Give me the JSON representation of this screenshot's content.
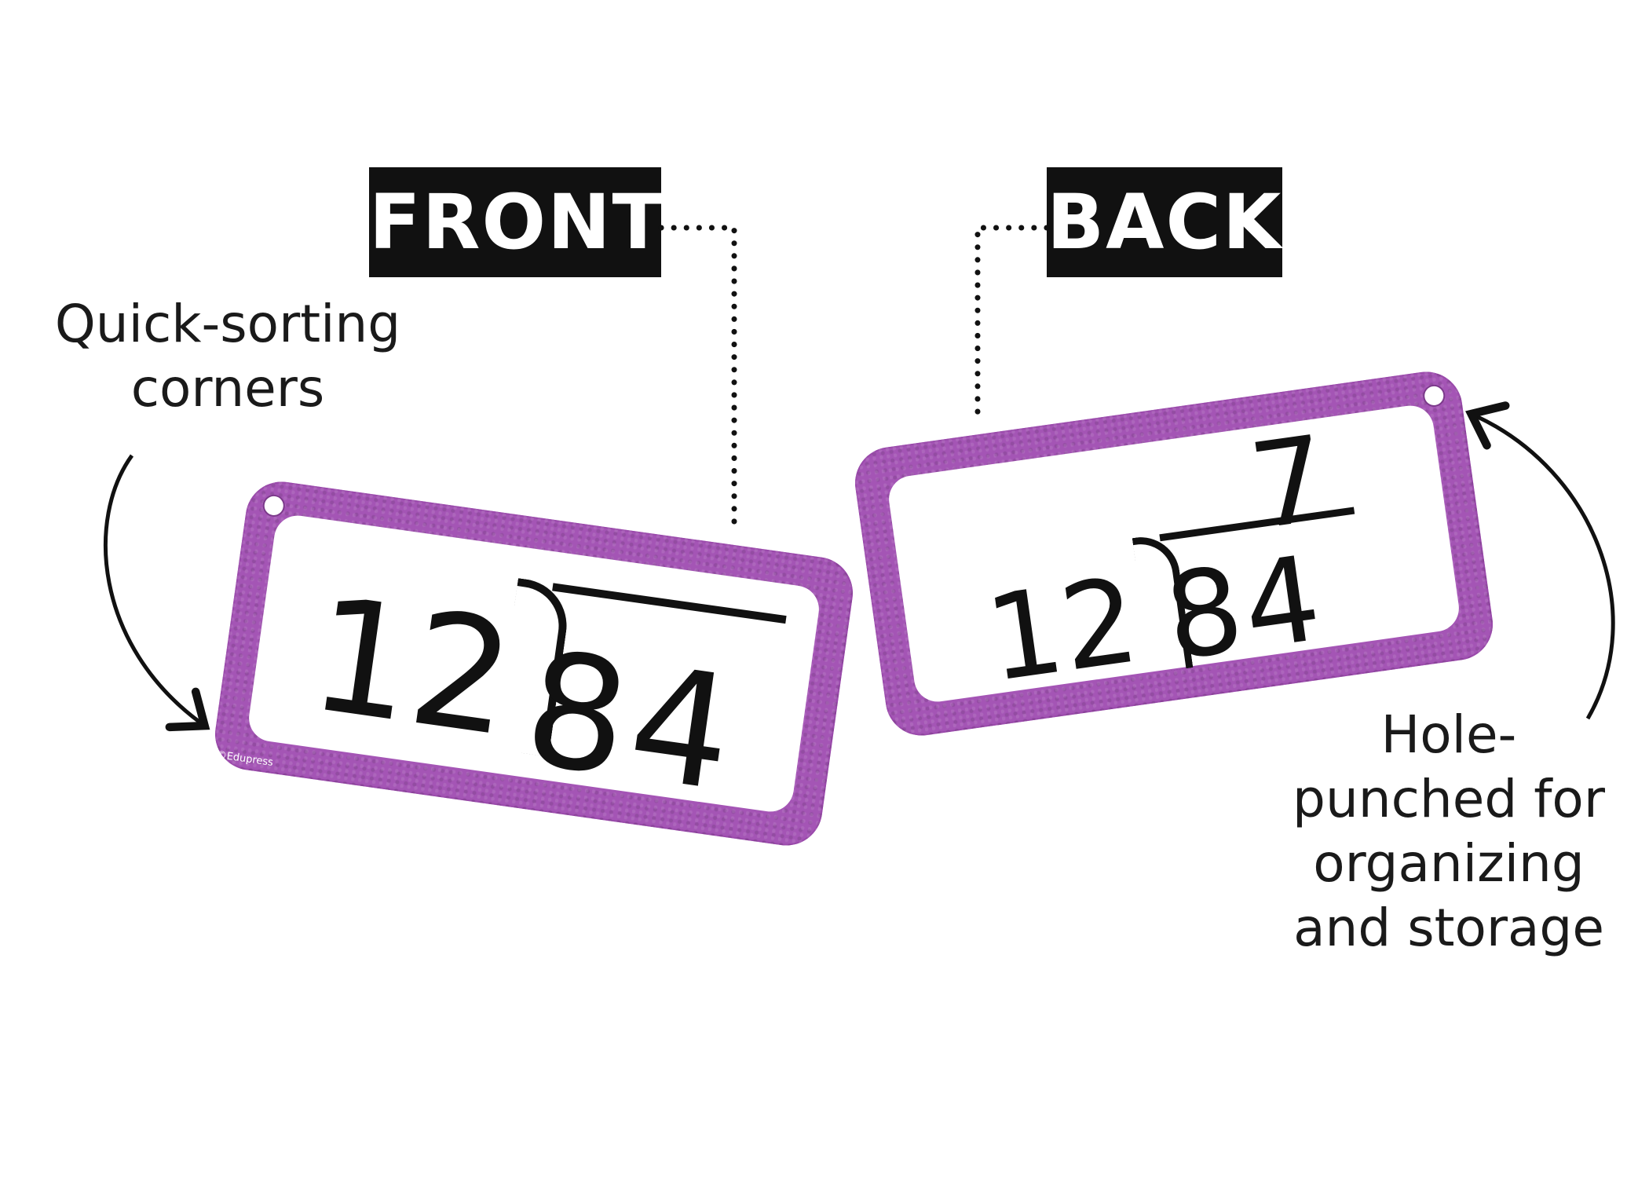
{
  "labels": {
    "front": "FRONT",
    "back": "BACK"
  },
  "captions": {
    "left": [
      "Quick-sorting",
      "corners"
    ],
    "right": [
      "Hole-",
      "punched for",
      "organizing",
      "and storage"
    ]
  },
  "front_card": {
    "divisor": "12",
    "dividend": "84",
    "copyright": "©Edupress"
  },
  "back_card": {
    "divisor": "12",
    "dividend": "84",
    "quotient": "7"
  },
  "colors": {
    "card_purple": "#a455b5",
    "label_black": "#111111",
    "text": "#1a1a1a"
  },
  "icons": {
    "left_arrow": "curved-arrow-icon",
    "right_arrow": "curved-arrow-icon",
    "hole": "hole-punch-icon"
  }
}
